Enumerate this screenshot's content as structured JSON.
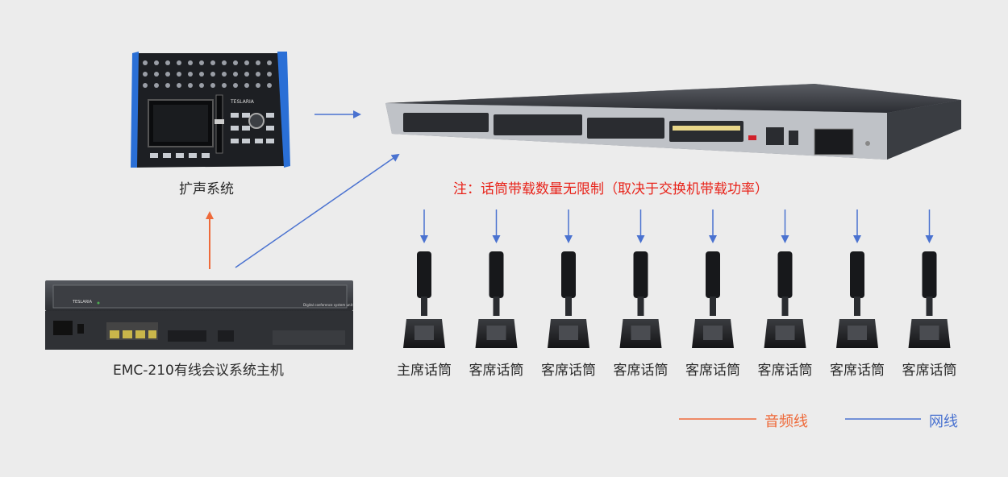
{
  "devices": {
    "mixer_label": "扩声系统",
    "host_label": "EMC-210有线会议系统主机",
    "host_brand": "TESLARIA",
    "host_front_text": "Digital conference system unit"
  },
  "note": "注：话筒带载数量无限制（取决于交换机带载功率）",
  "mics": [
    {
      "label": "主席话筒"
    },
    {
      "label": "客席话筒"
    },
    {
      "label": "客席话筒"
    },
    {
      "label": "客席话筒"
    },
    {
      "label": "客席话筒"
    },
    {
      "label": "客席话筒"
    },
    {
      "label": "客席话筒"
    },
    {
      "label": "客席话筒"
    }
  ],
  "legend": {
    "audio_label": "音频线",
    "audio_color": "#ee6a3a",
    "network_label": "网线",
    "network_color": "#4a72d0"
  },
  "colors": {
    "background": "#ececec",
    "note": "#e8231a"
  }
}
